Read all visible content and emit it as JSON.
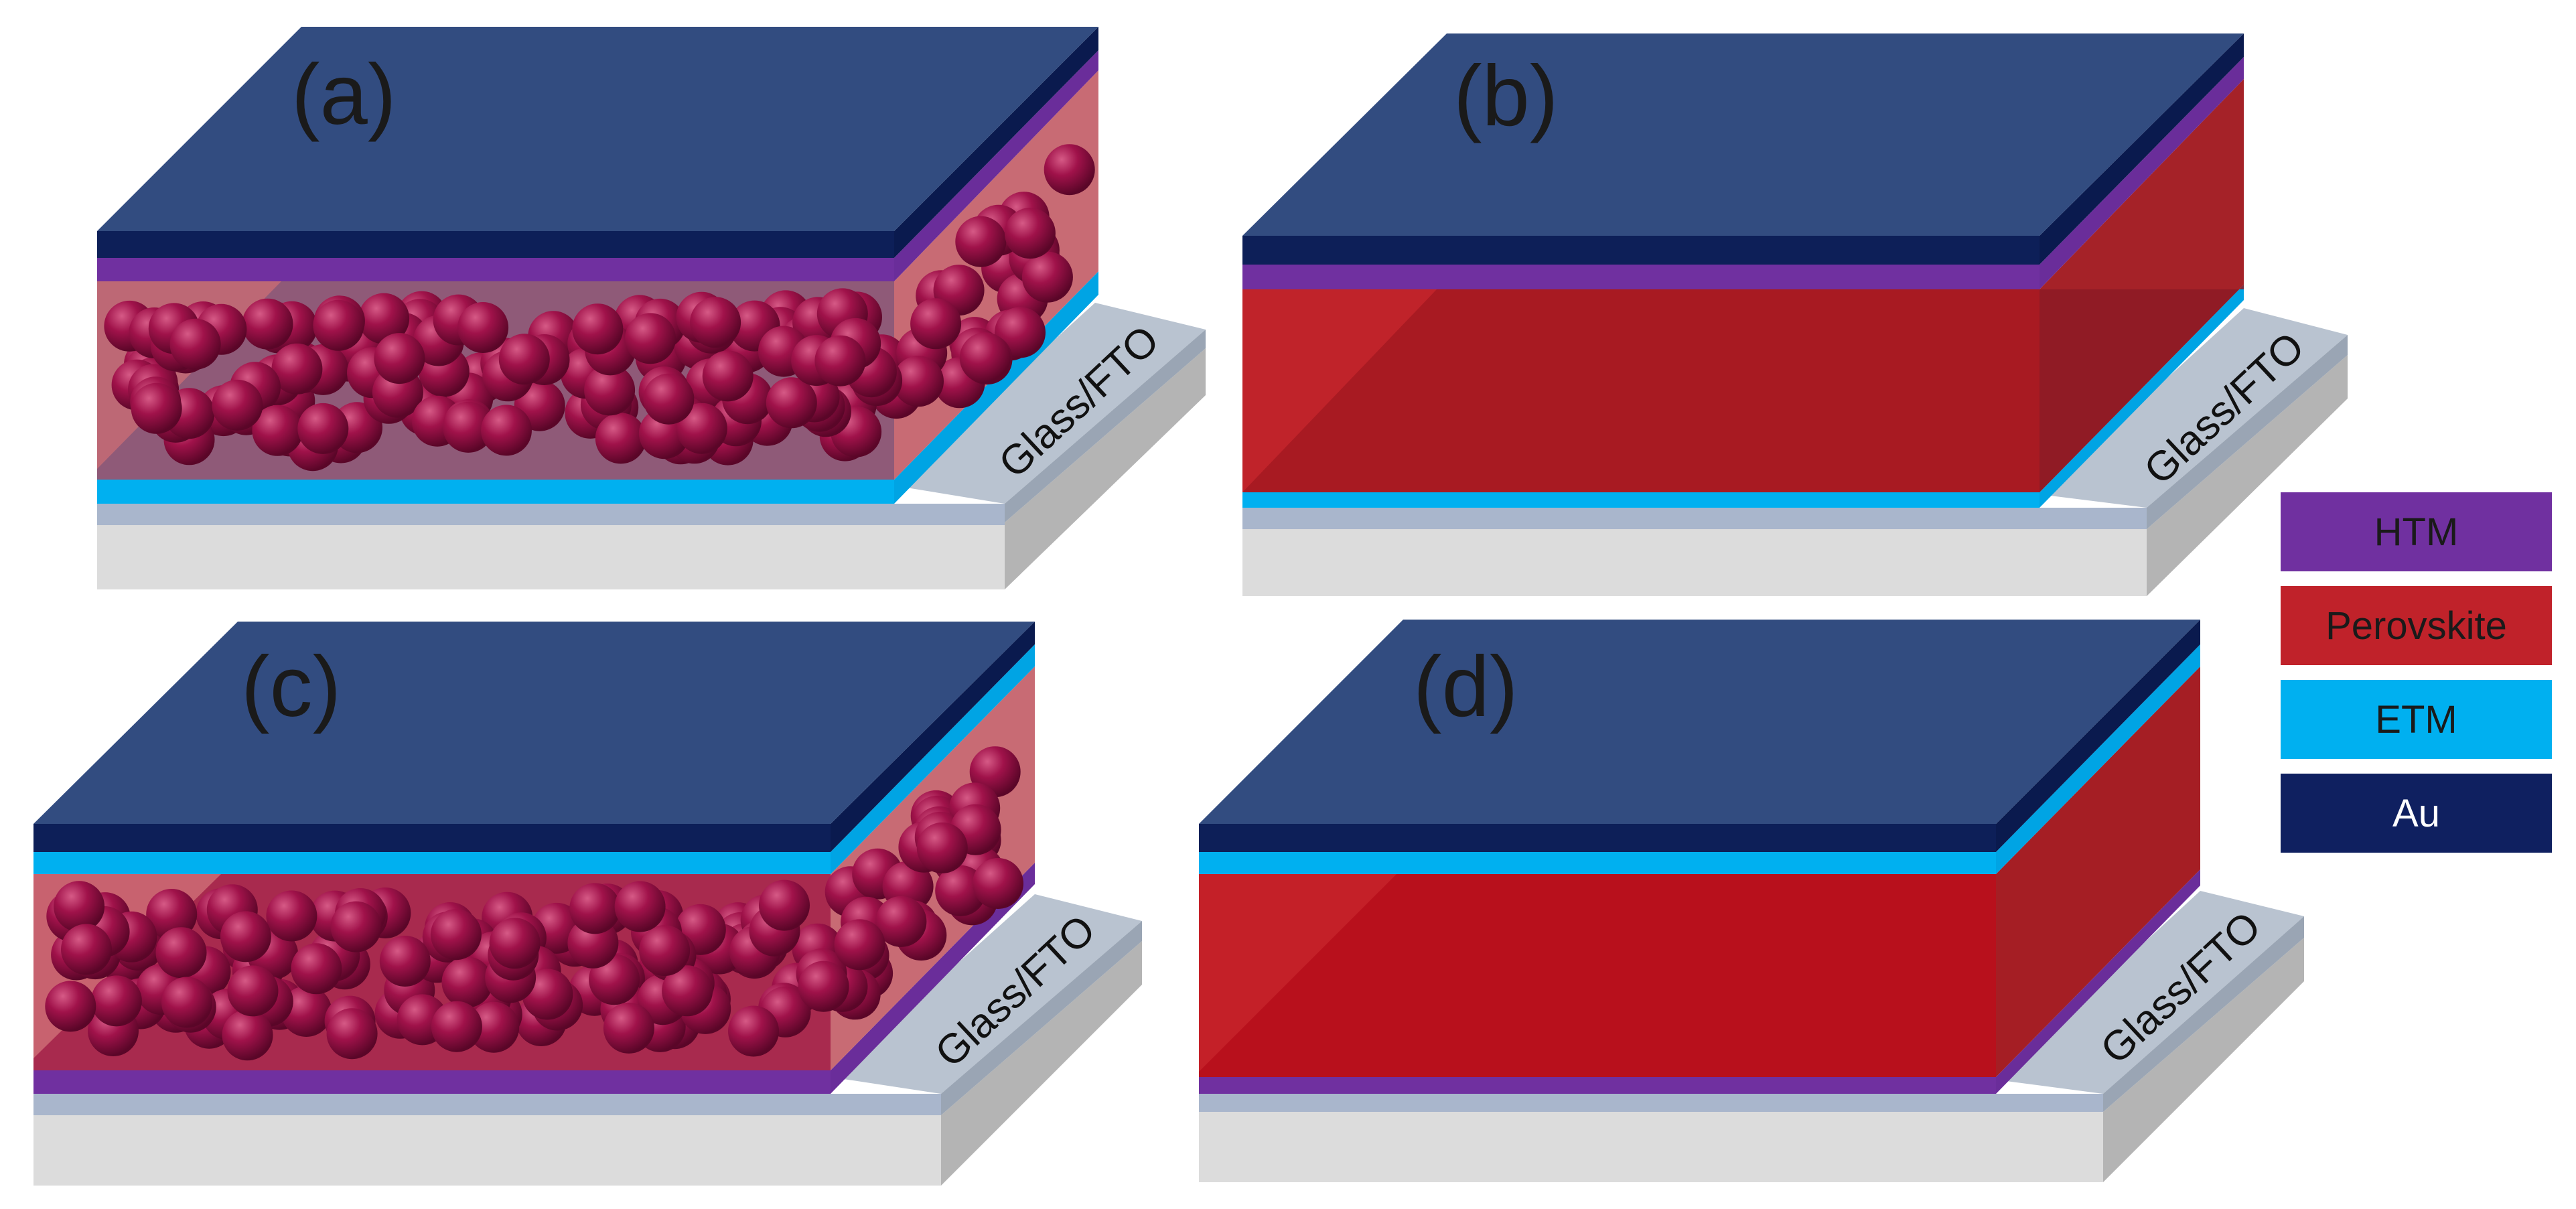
{
  "panels": [
    {
      "label": "(a)",
      "substrate": "Glass/FTO",
      "stack": [
        "Au",
        "HTM",
        "Perovskite",
        "ETM"
      ],
      "mesoporous": true
    },
    {
      "label": "(b)",
      "substrate": "Glass/FTO",
      "stack": [
        "Au",
        "HTM",
        "Perovskite",
        "ETM"
      ],
      "mesoporous": false
    },
    {
      "label": "(c)",
      "substrate": "Glass/FTO",
      "stack": [
        "Au",
        "ETM",
        "Perovskite",
        "HTM"
      ],
      "mesoporous": true
    },
    {
      "label": "(d)",
      "substrate": "Glass/FTO",
      "stack": [
        "Au",
        "ETM",
        "Perovskite",
        "HTM"
      ],
      "mesoporous": false
    }
  ],
  "legend": [
    {
      "label": "HTM",
      "color": "#7030a0"
    },
    {
      "label": "Perovskite",
      "color": "#c0222a"
    },
    {
      "label": "ETM",
      "color": "#00b0f0"
    },
    {
      "label": "Au",
      "color": "#0f2060"
    }
  ],
  "colors": {
    "au_top": "#324c80",
    "au_front": "#0d1f58",
    "htm": "#7030a0",
    "etm": "#00b0f0",
    "perovskite": "#b0141e",
    "perovskite_meso": "#c85a68",
    "particle": "#9c1240",
    "glass_top": "#b9c3d0",
    "glass_side": "#a8b2be",
    "substrate_front": "#dcdcdc",
    "substrate_side": "#b4b4b4"
  }
}
